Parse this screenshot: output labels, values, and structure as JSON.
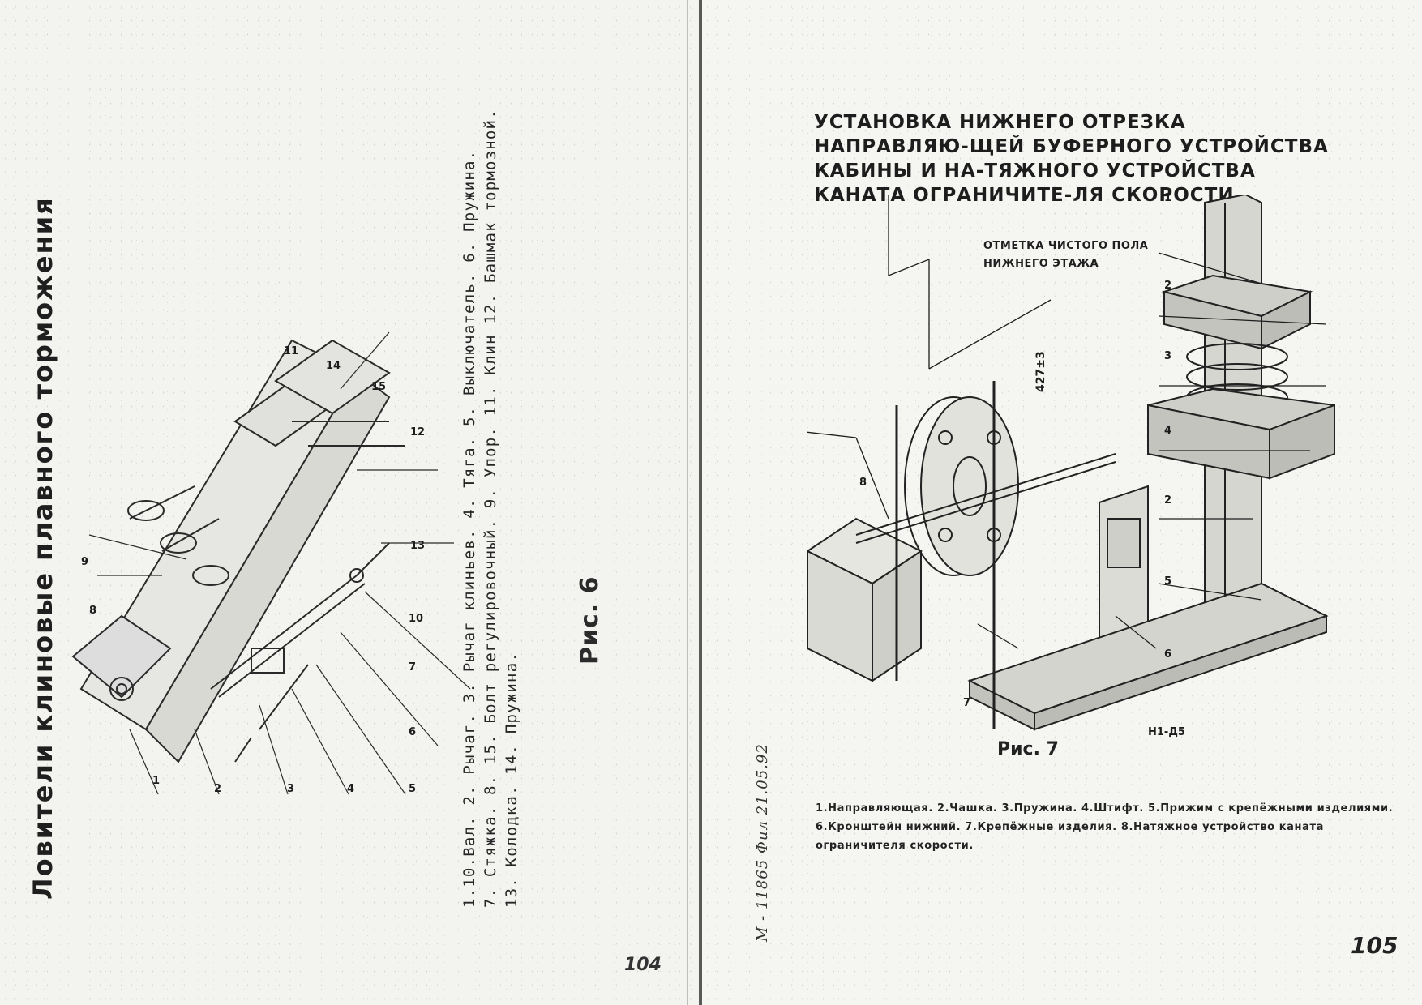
{
  "left_page": {
    "title": "Ловители клиновые плавного торможения",
    "legend": [
      "1.10.Вал. 2. Рычаг. 3. Рычаг клиньев. 4. Тяга. 5. Выключатель. 6. Пружина.",
      "7. Стяжка. 8. 15. Болт регулировочный. 9. Упор. 11. Клин 12. Башмак тормозной.",
      "13. Колодка. 14. Пружина."
    ],
    "figure_label": "Рис. 6",
    "page_number": "104",
    "callouts": [
      "1",
      "2",
      "3",
      "4",
      "5",
      "6",
      "7",
      "8",
      "9",
      "10",
      "11",
      "12",
      "13",
      "14",
      "15"
    ]
  },
  "right_page": {
    "title": "УСТАНОВКА НИЖНЕГО ОТРЕЗКА НАПРАВЛЯЮ-ЩЕЙ БУФЕРНОГО УСТРОЙСТВА КАБИНЫ И НА-ТЯЖНОГО УСТРОЙСТВА КАНАТА ОГРАНИЧИТЕ-ЛЯ СКОРОСТИ.",
    "annotation_line1": "ОТМЕТКА ЧИСТОГО ПОЛА",
    "annotation_line2": "НИЖНЕГО ЭТАЖА",
    "dimension": "427±3",
    "mark_h1": "Н1-Д5",
    "figure_label": "Рис. 7",
    "legend": "1.Направляющая. 2.Чашка. 3.Пружина. 4.Штифт. 5.Прижим с крепёжными изделиями. 6.Кронштейн нижний. 7.Крепёжные изделия. 8.Натяжное устройство каната ограничителя скорости.",
    "page_number": "105",
    "callouts": [
      "1",
      "2",
      "3",
      "4",
      "2",
      "5",
      "6",
      "7",
      "8"
    ]
  },
  "margin_note": "М - 11865 Фил 21.05.92"
}
